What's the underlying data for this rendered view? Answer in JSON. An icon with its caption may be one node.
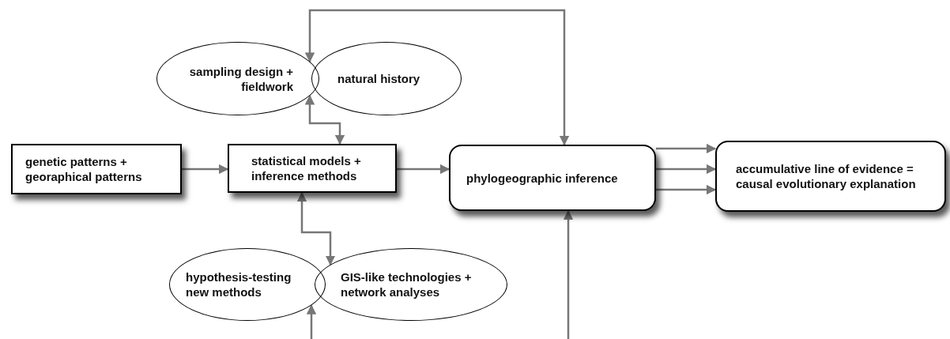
{
  "diagram": {
    "nodes": [
      {
        "text": [
          "genetic patterns + georaphical patterns"
        ]
      },
      {
        "text": [
          "statistical models + inference methods"
        ]
      },
      {
        "text": [
          "phylogeographic inference"
        ]
      },
      {
        "text": [
          "accumulative line of evidence = causal evolutionary explanation"
        ]
      },
      {
        "text": [
          "sampling design + fieldwork"
        ]
      },
      {
        "text": [
          "natural history"
        ]
      },
      {
        "text": [
          "hypothesis-testing new methods"
        ]
      },
      {
        "text": [
          "GIS-like technologies + network analyses"
        ]
      }
    ],
    "edges": [
      {
        "from": 0,
        "to": 1,
        "arrow": "to"
      },
      {
        "from": 1,
        "to": 2,
        "arrow": "to"
      },
      {
        "from": 2,
        "to": 3,
        "arrow": "to"
      },
      {
        "from": 2,
        "to": 3,
        "arrow": "to"
      },
      {
        "from": 2,
        "to": 3,
        "arrow": "to"
      },
      {
        "from": 4,
        "to": 2,
        "arrow": "both"
      },
      {
        "from": 4,
        "to": 1,
        "arrow": "both"
      },
      {
        "from": 1,
        "to": 7,
        "arrow": "both"
      },
      {
        "from": null,
        "to": 6,
        "arrow": "to"
      },
      {
        "from": null,
        "to": 2,
        "arrow": "to"
      }
    ]
  }
}
